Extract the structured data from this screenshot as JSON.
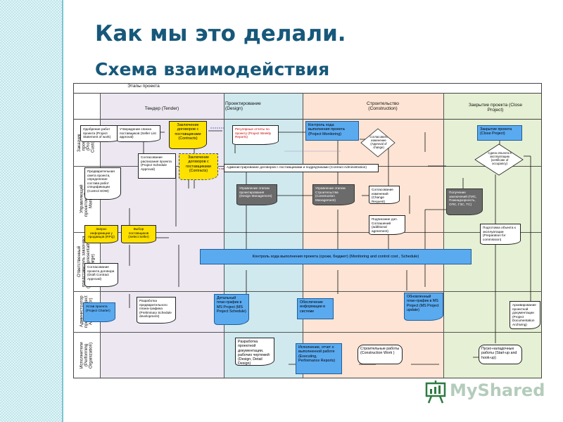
{
  "slide": {
    "title": "Как мы это делали.",
    "subtitle": "Схема взаимодействия",
    "watermark": "MyShared"
  },
  "diagram": {
    "header_top": "Этапы проекта",
    "phases": [
      {
        "label": "Тендер (Tender)"
      },
      {
        "label": "Проектирование\n(Design)"
      },
      {
        "label": "Строительство\n(Construction)"
      },
      {
        "label": "Закрытие проекта (Close\nProject)"
      }
    ],
    "lanes": [
      {
        "label": "Заказчик\nпроекта\n(Project\nCustomer)"
      },
      {
        "label": "Управляющий\nпроектом (Project\nManager)"
      },
      {
        "label": "Ответственный\nпредставитель заказчика\n(Customer representative in\ncharge)"
      },
      {
        "label": "Администратор\nпроекта (Project\nAdministrator)"
      },
      {
        "label": "Исполнители\n(Performing\nOrganization)"
      }
    ],
    "nodes": {
      "n1": "Одобрение работ проекта (Project Statement of work)",
      "n2": "Утверждение списка поставщиков (Seller List approval)",
      "n3": "Заключение договоров с поставщиками (Contracts)",
      "n4": "Регулярные отчеты по проекту (Project Weekly Reports)",
      "n5": "Контроль хода выполнения проекта (Project Monitoring)",
      "n6": "Согласовать изменение (Approval of change)",
      "n7": "Закрытие проекта (Close Project)",
      "n8": "Сдача объекта в эксплуатацию (certificate of occupancy)",
      "n9": "Согласование расписания проекта (Project Schedule Approval)",
      "n10": "Заключение договоров с поставщиками (Contracts)",
      "n11": "Администрирование договоров с поставщиками и подрядчиками (Contract Administration)",
      "n12": "Предварительная смета проекта, определение состава работ спецификации (Control SOW)",
      "n13": "Управление этапом проектирования (Design Management)",
      "n14": "Управление этапом Строительства (Construction Management)",
      "n15": "Согласование изменений (Change Request)",
      "n16": "Получение заключений (ГИС, Пожнадзорность, ОПС, ГЗС, ТС)",
      "n17": "Подписание доп. Соглашений (additional agreement)",
      "n18": "Запрос информации у продавцов (RFQ)",
      "n19": "Выбор поставщиков (Select Seller)",
      "n20": "Подготовка объекта к эксплуатации (Preparation for commission)",
      "n21": "Согласование проекта договора (Draft Contract Approval)",
      "n22": "Контроль хода выполнения проекта (сроки, бюджет) (Monitoring and control cost , Schedule)",
      "n23": "Устав проекта (Project Charter)",
      "n24": "Разработка предварительного плана-графика (Preliminary Schedule development)",
      "n25": "Детальный план-график в MS Project (MS Project Schedule)",
      "n26": "Обеспечение информации в системе",
      "n27": "Обновленный план-график в MS Project (MS Project update)",
      "n28": "Архивирование проектной документации (Project Documentation Archiving)",
      "n29": "Разработка проектной документации, рабочих чертежей (Design, Detail Design)",
      "n30": "Исполнение, отчет о выполненной работе (Executing, Performance Reports)",
      "n31": "Строительные работы (Construction Work )",
      "n32": "Пуско-наладочные работы (Start-up and hook-up)"
    }
  },
  "colors": {
    "title": "#17587a",
    "yellow_node": "#ffe100",
    "blue_node": "#5aaaf0",
    "gray_node": "#6b6b6b",
    "design_phase_bg": "#cfe9ee",
    "construction_phase_bg": "#fde4d4",
    "close_phase_bg": "#e6f0d4",
    "tender_phase_bg": "#ece7f1"
  }
}
